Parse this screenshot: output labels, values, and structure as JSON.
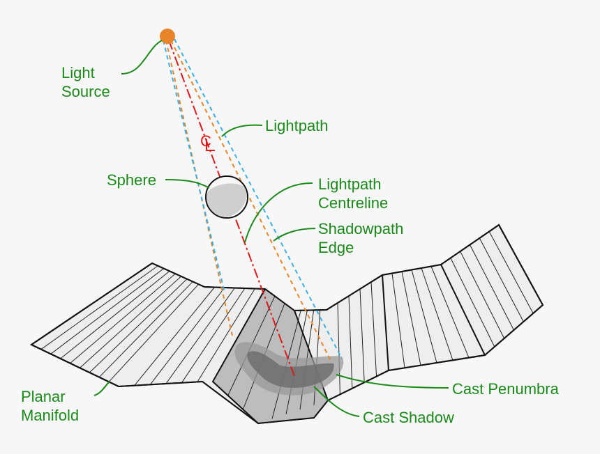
{
  "labels": {
    "light_source_1": "Light",
    "light_source_2": "Source",
    "lightpath": "Lightpath",
    "sphere": "Sphere",
    "centreline_1": "Lightpath",
    "centreline_2": "Centreline",
    "shadowpath_1": "Shadowpath",
    "shadowpath_2": "Edge",
    "manifold_1": "Planar",
    "manifold_2": "Manifold",
    "penumbra": "Cast Penumbra",
    "shadow": "Cast Shadow",
    "centreline_symbol": "C"
  },
  "colors": {
    "label_text": "#1a8a1a",
    "leader_line": "#1a8a1a",
    "light_source": "#e8852a",
    "lightpath_dash": "#e8852a",
    "shadowpath_dash": "#3ab0e8",
    "centreline": "#e01818",
    "background": "#f7f7f7",
    "surface_fill": "#eeeeee",
    "surface_shaded": "#bdbdbd",
    "penumbra": "#9a9a9a",
    "umbra": "#707070",
    "sphere_fill": "#d0d0d0"
  }
}
